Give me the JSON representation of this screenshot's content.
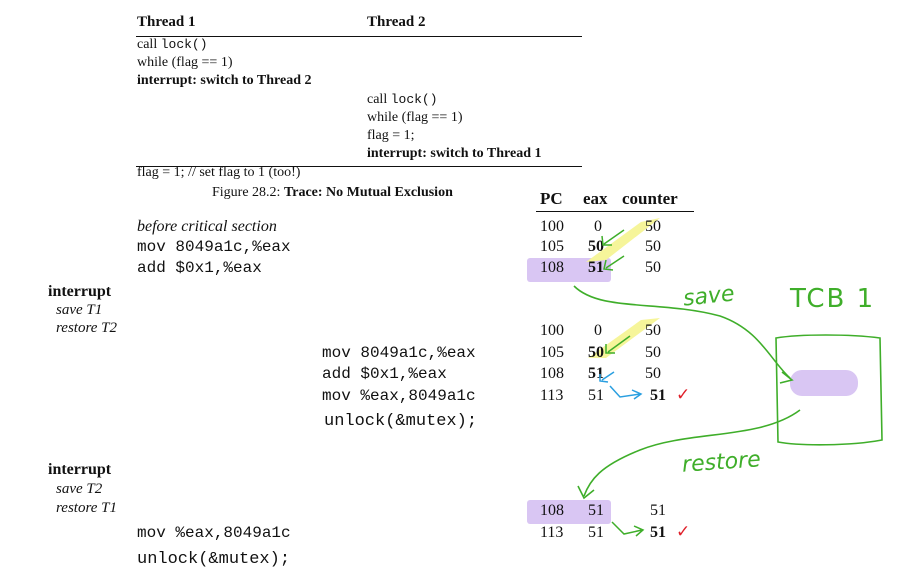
{
  "figure_top": {
    "header": {
      "thread1": "Thread 1",
      "thread2": "Thread 2"
    },
    "t1_lines": [
      {
        "prefix": "call ",
        "code": "lock()"
      },
      {
        "text": "while (flag == 1)"
      },
      {
        "text": "interrupt: switch to Thread 2"
      }
    ],
    "t2_lines": [
      {
        "prefix": "call ",
        "code": "lock()"
      },
      {
        "text": "while (flag == 1)"
      },
      {
        "text": "flag = 1;"
      },
      {
        "text": "interrupt: switch to Thread 1"
      }
    ],
    "t1_after": "flag = 1; // set flag to 1 (too!)",
    "caption_prefix": "Figure 28.2: ",
    "caption_title": "Trace: No Mutual Exclusion"
  },
  "trace": {
    "headers": {
      "pc": "PC",
      "eax": "eax",
      "counter": "counter"
    },
    "before": "before critical section",
    "block1": [
      {
        "code": "mov 8049a1c,%eax",
        "pc": "105",
        "eax": "50",
        "counter": "50"
      },
      {
        "code": "add $0x1,%eax",
        "pc": "108",
        "eax": "51",
        "counter": "50"
      }
    ],
    "initial": {
      "pc": "100",
      "eax": "0",
      "counter": "50"
    },
    "interrupt1": {
      "label": "interrupt",
      "save": "save T1",
      "restore": "restore T2"
    },
    "t2_initial": {
      "pc": "100",
      "eax": "0",
      "counter": "50"
    },
    "block2": [
      {
        "code": "mov 8049a1c,%eax",
        "pc": "105",
        "eax": "50",
        "counter": "50"
      },
      {
        "code": "add $0x1,%eax",
        "pc": "108",
        "eax": "51",
        "counter": "50"
      },
      {
        "code": "mov %eax,8049a1c",
        "pc": "113",
        "eax": "51",
        "counter": "51"
      }
    ],
    "unlock2": "unlock(&mutex);",
    "interrupt2": {
      "label": "interrupt",
      "save": "save T2",
      "restore": "restore T1"
    },
    "restored": {
      "pc": "108",
      "eax": "51",
      "counter": "51"
    },
    "block3": [
      {
        "code": "mov %eax,8049a1c",
        "pc": "113",
        "eax": "51",
        "counter": "51"
      }
    ],
    "unlock3": "unlock(&mutex);"
  },
  "annotations": {
    "save": "save",
    "restore": "restore",
    "tcb": "TCB 1",
    "check": "✓",
    "colors": {
      "green": "#3fae2a",
      "purple": "#d9c6f3",
      "yellow": "#f6f59a",
      "blue": "#2a9fe0",
      "red": "#e0202a"
    }
  }
}
